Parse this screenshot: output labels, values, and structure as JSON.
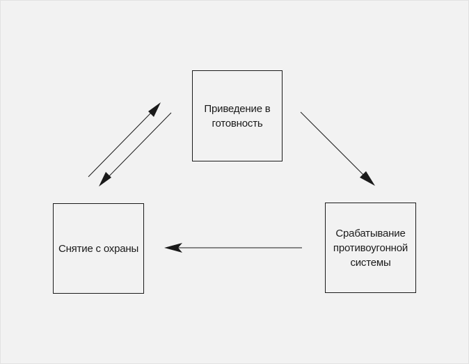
{
  "diagram": {
    "nodes": [
      {
        "id": "arm",
        "label": "Приведение в готовность"
      },
      {
        "id": "alarm",
        "label": "Срабатывание противоугонной системы"
      },
      {
        "id": "disarm",
        "label": "Снятие с охраны"
      }
    ],
    "edges": [
      {
        "from": "arm",
        "to": "alarm"
      },
      {
        "from": "alarm",
        "to": "disarm"
      },
      {
        "from": "disarm",
        "to": "arm"
      },
      {
        "from": "arm",
        "to": "disarm"
      }
    ]
  },
  "colors": {
    "background": "#f2f2f2",
    "stroke": "#1a1a1a"
  }
}
